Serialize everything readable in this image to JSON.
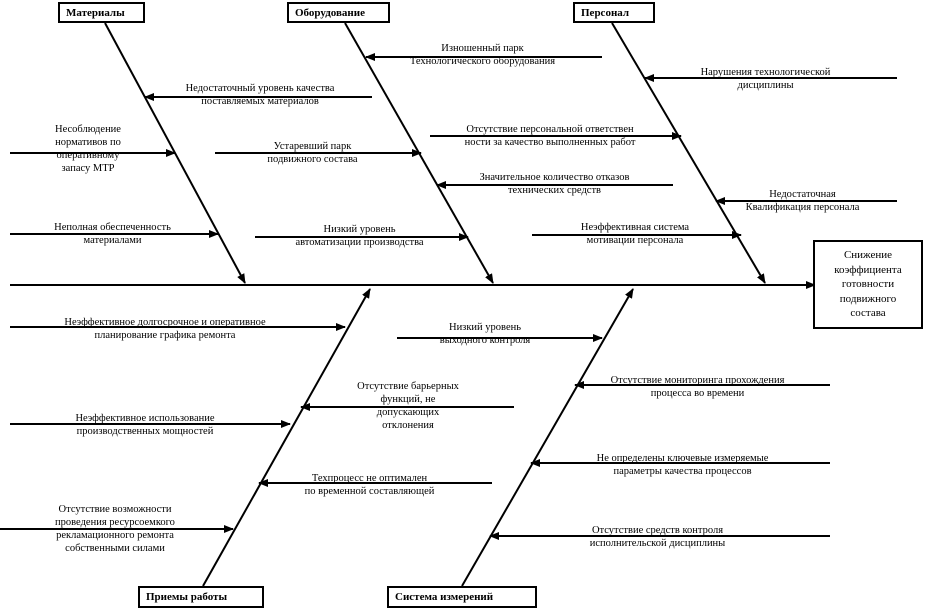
{
  "diagram": {
    "effect": "Снижение\nкоэффициента\nготовности\nподвижного\nсостава",
    "categories": {
      "materials": "Материалы",
      "equipment": "Оборудование",
      "personnel": "Персонал",
      "methods": "Приемы работы",
      "measurement": "Система измерений"
    },
    "causes": {
      "materials_1": "Недостаточный уровень качества\nпоставляемых материалов",
      "materials_2": "Несоблюдение\nнормативов по\nоперативному\nзапасу МТР",
      "materials_3": "Неполная обеспеченность\nматериалами",
      "equipment_1": "Изношенный парк\nТехнологического оборудования",
      "equipment_2": "Устаревший парк\nподвижного состава",
      "equipment_3": "Низкий уровень\nавтоматизации производства",
      "personnel_1": "Нарушения технологической\nдисциплины",
      "personnel_2": "Отсутствие персональной ответствен\nности за качество выполненных работ",
      "personnel_3": "Значительное количество отказов\nтехнических средств",
      "personnel_4": "Недостаточная\nКвалификация персонала",
      "personnel_5": "Неэффективная система\nмотивации персонала",
      "methods_1": "Неэффективное долгосрочное и оперативное\nпланирование графика ремонта",
      "methods_2": "Отсутствие барьерных\nфункций, не\nдопускающих\nотклонения",
      "methods_3": "Неэффективное использование\nпроизводственных мощностей",
      "methods_4": "Техпроцесс не оптимален\nпо временной составляющей",
      "methods_5": "Отсутствие возможности\nпроведения ресурсоемкого\nрекламационного ремонта\nсобственными силами",
      "measurement_1": "Низкий уровень\nвыходного контроля",
      "measurement_2": "Отсутствие мониторинга прохождения\nпроцесса во времени",
      "measurement_3": "Не определены ключевые измеряемые\nпараметры качества процессов",
      "measurement_4": "Отсутствие средств контроля\nисполнительской дисциплины"
    }
  }
}
